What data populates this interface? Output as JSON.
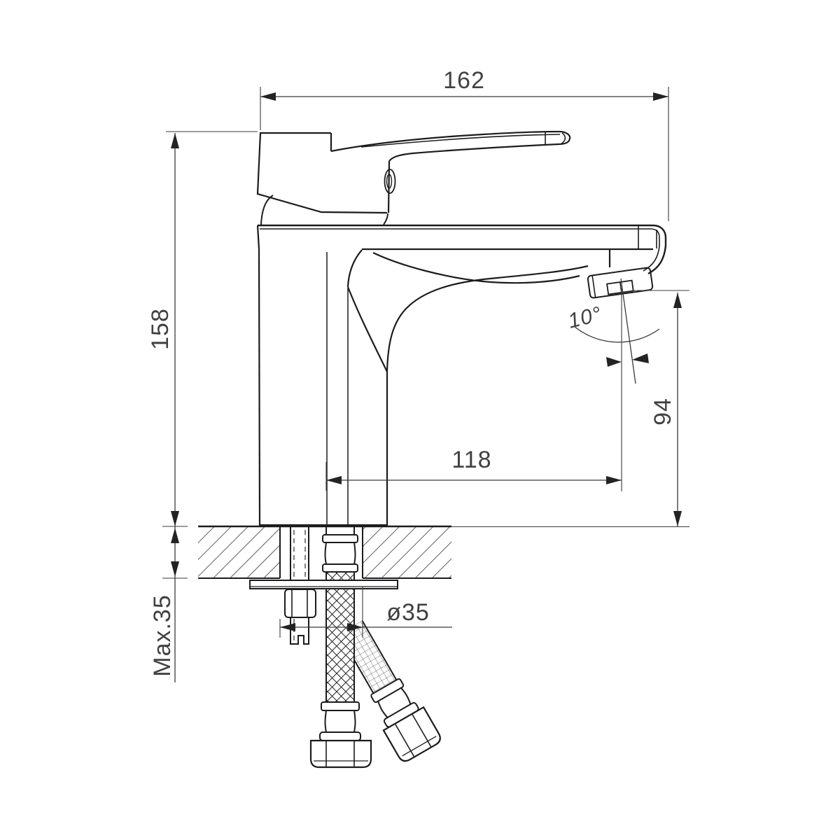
{
  "drawing": {
    "dimensions": {
      "overall_length": "162",
      "overall_height": "158",
      "spout_reach": "118",
      "outlet_height": "94",
      "outlet_angle": "10°",
      "max_deck_thickness": "Max.35",
      "hole_diameter": "ø35"
    },
    "parts": {
      "lever_handle": "lever-handle",
      "mixer_body": "mixer-body-column",
      "spout": "spout-with-aerator",
      "deck": "mounting-deck-section",
      "washer_plate": "horseshoe-washer-plate",
      "mounting_nut": "mounting-nut-on-stud",
      "hose_straight": "flexible-supply-hose-straight",
      "hose_angled": "flexible-supply-hose-angled"
    },
    "colors": {
      "line": "#1c1c1e",
      "dimension": "#3a3a3c",
      "background": "#ffffff"
    }
  }
}
